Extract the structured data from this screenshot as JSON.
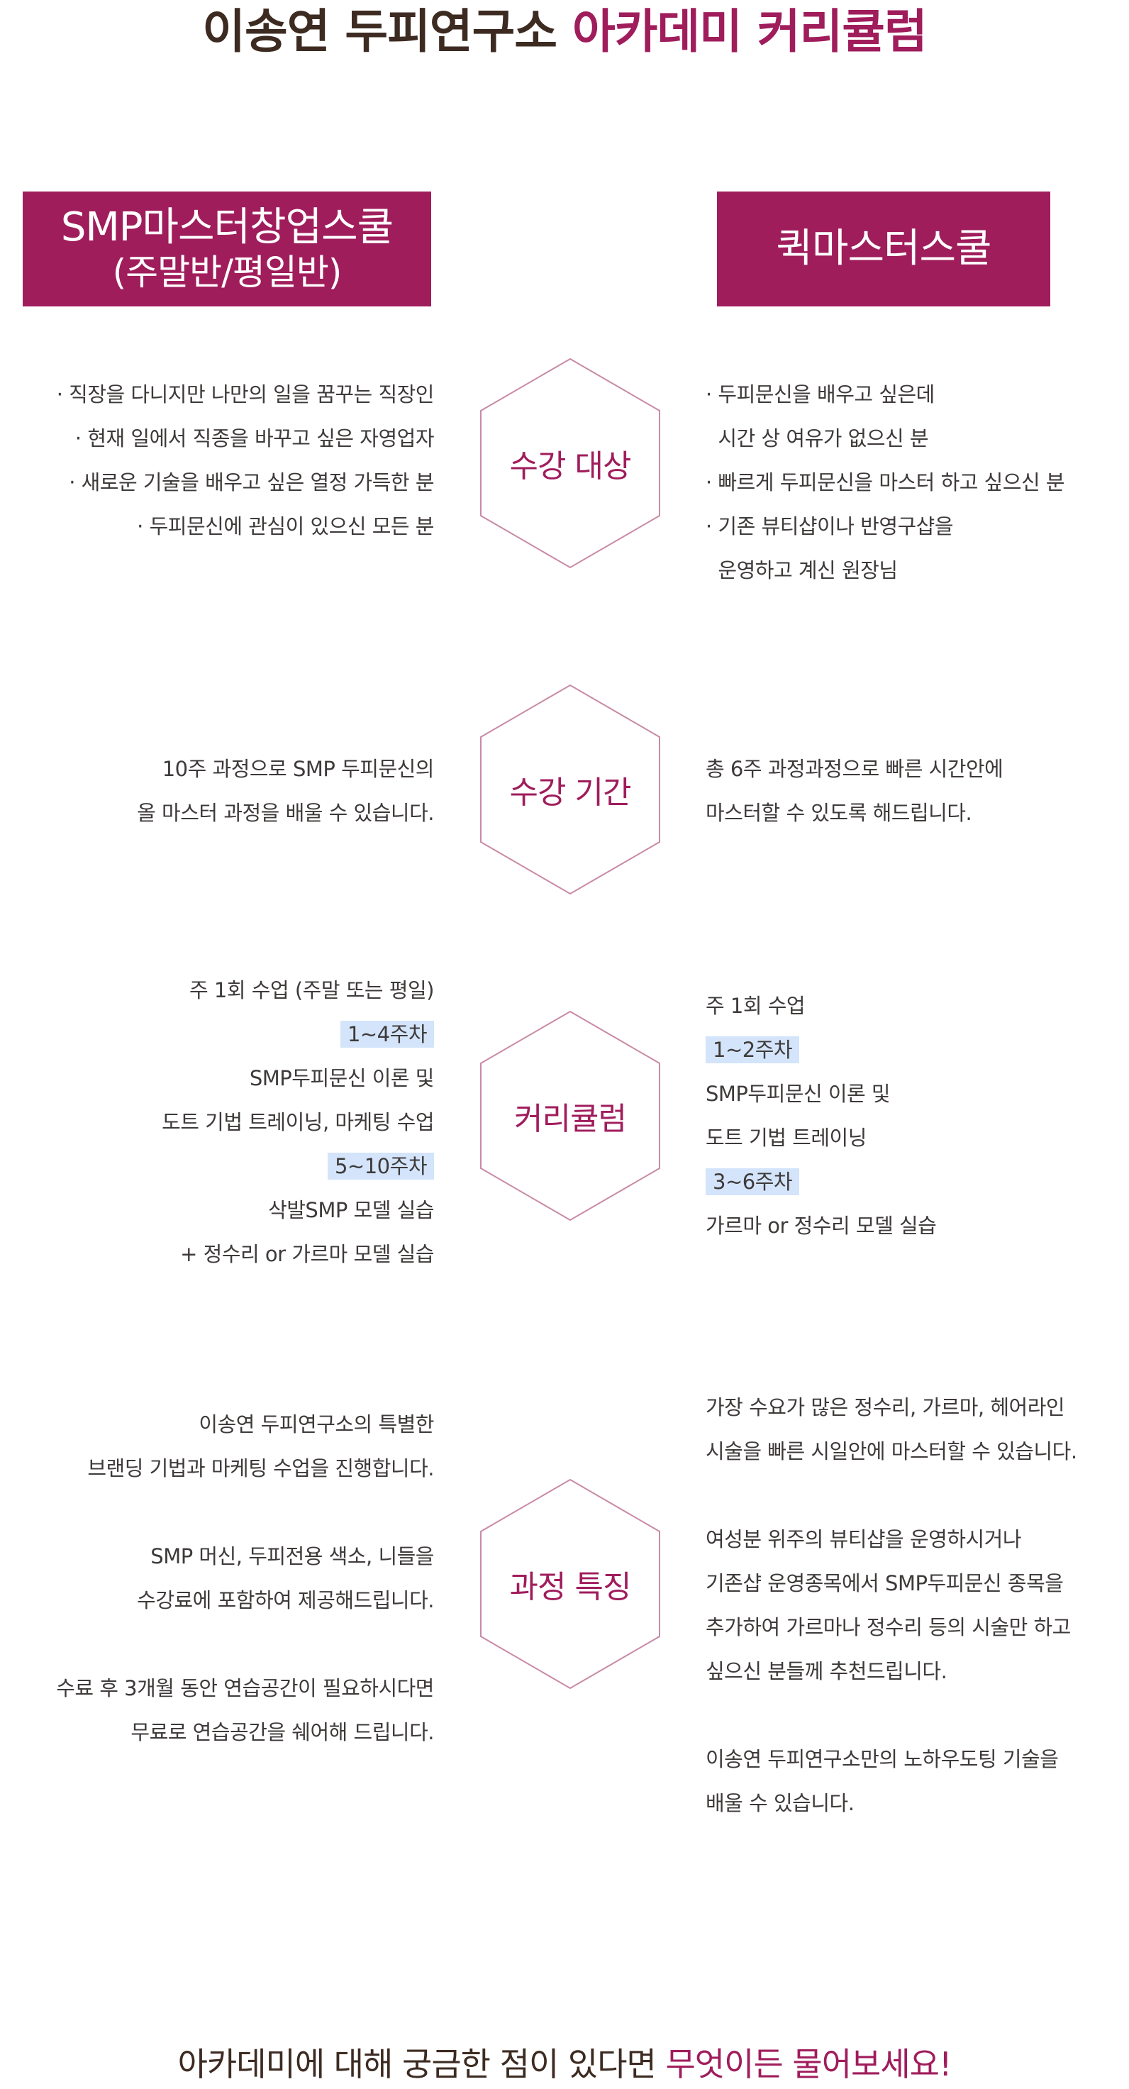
{
  "header": {
    "title_main": "이송연 두피연구소 ",
    "title_accent": "아카데미 커리큘럼"
  },
  "programs": {
    "left": {
      "name": "SMP마스터창업스쿨",
      "sub": "(주말반/평일반)"
    },
    "right": {
      "name": "퀵마스터스쿨"
    }
  },
  "sections": {
    "target": {
      "label": "수강 대상",
      "left": [
        "· 직장을 다니지만 나만의 일을 꿈꾸는 직장인",
        "· 현재 일에서 직종을 바꾸고 싶은 자영업자",
        "· 새로운 기술을 배우고 싶은 열정 가득한 분",
        "· 두피문신에 관심이 있으신 모든 분"
      ],
      "right": [
        "· 두피문신을 배우고 싶은데",
        "  시간 상 여유가 없으신 분",
        "· 빠르게 두피문신을 마스터 하고 싶으신 분",
        "· 기존 뷰티샵이나 반영구샵을",
        "  운영하고 계신 원장님"
      ]
    },
    "period": {
      "label": "수강 기간",
      "left": [
        "10주 과정으로 SMP 두피문신의",
        "올 마스터 과정을 배울 수 있습니다."
      ],
      "right": [
        "총 6주 과정과정으로 빠른 시간안에",
        "마스터할 수 있도록 해드립니다."
      ]
    },
    "curriculum": {
      "label": "커리큘럼",
      "left": {
        "line1": "주 1회 수업 (주말 또는 평일)",
        "hl1": "1~4주차",
        "line2": "SMP두피문신 이론 및",
        "line3": "도트 기법 트레이닝, 마케팅 수업",
        "hl2": "5~10주차",
        "line4": "삭발SMP 모델 실습",
        "line5": "+ 정수리 or 가르마 모델 실습"
      },
      "right": {
        "line1": "주 1회 수업",
        "hl1": "1~2주차",
        "line2": "SMP두피문신 이론 및",
        "line3": "도트 기법 트레이닝",
        "hl2": "3~6주차",
        "line4": "가르마 or 정수리 모델 실습"
      }
    },
    "features": {
      "label": "과정 특징",
      "left": {
        "p1": [
          "이송연 두피연구소의 특별한",
          "브랜딩 기법과 마케팅 수업을 진행합니다."
        ],
        "p2": [
          "SMP 머신, 두피전용 색소, 니들을",
          "수강료에 포함하여 제공해드립니다."
        ],
        "p3": [
          "수료 후 3개월 동안 연습공간이 필요하시다면",
          "무료로 연습공간을 쉐어해 드립니다."
        ]
      },
      "right": {
        "p1": [
          "가장 수요가 많은 정수리, 가르마, 헤어라인",
          "시술을 빠른 시일안에 마스터할 수 있습니다."
        ],
        "p2": [
          "여성분 위주의 뷰티샵을 운영하시거나",
          "기존샵 운영종목에서 SMP두피문신 종목을",
          "추가하여 가르마나 정수리 등의 시술만 하고",
          "싶으신 분들께 추천드립니다."
        ],
        "p3": [
          "이송연 두피연구소만의 노하우도팅 기술을",
          "배울 수 있습니다."
        ]
      }
    }
  },
  "footer": {
    "text_main": "아카데미에 대해 궁금한 점이 있다면 ",
    "text_accent": "무엇이든 물어보세요!"
  },
  "colors": {
    "accent": "#a01d5c",
    "highlight": "#d3e4fb",
    "text": "#3e3a39",
    "title": "#3d2b22"
  }
}
